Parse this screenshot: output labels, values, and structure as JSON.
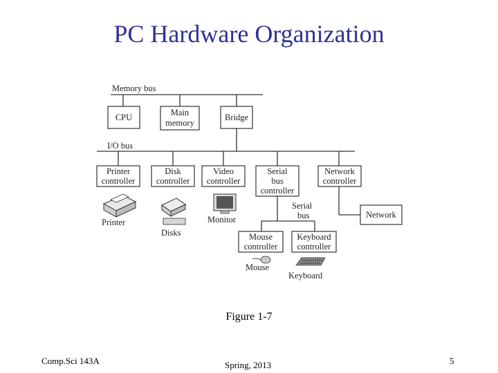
{
  "slide": {
    "title": "PC Hardware Organization",
    "caption": "Figure 1-7",
    "footer_left": "Comp.Sci 143A",
    "footer_center": "Spring, 2013",
    "page_number": "5"
  },
  "diagram": {
    "memory_bus_label": "Memory bus",
    "io_bus_label": "I/O bus",
    "serial_bus_label": [
      "Serial",
      "bus"
    ],
    "cpu": [
      "CPU"
    ],
    "main_memory": [
      "Main",
      "memory"
    ],
    "bridge": [
      "Bridge"
    ],
    "printer_controller": [
      "Printer",
      "controller"
    ],
    "disk_controller": [
      "Disk",
      "controller"
    ],
    "video_controller": [
      "Video",
      "controller"
    ],
    "serial_bus_controller": [
      "Serial",
      "bus",
      "controller"
    ],
    "network_controller": [
      "Network",
      "controller"
    ],
    "network": [
      "Network"
    ],
    "mouse_controller": [
      "Mouse",
      "controller"
    ],
    "keyboard_controller": [
      "Keyboard",
      "controller"
    ],
    "printer_label": "Printer",
    "disks_label": "Disks",
    "monitor_label": "Monitor",
    "mouse_label": "Mouse",
    "keyboard_label": "Keyboard"
  }
}
